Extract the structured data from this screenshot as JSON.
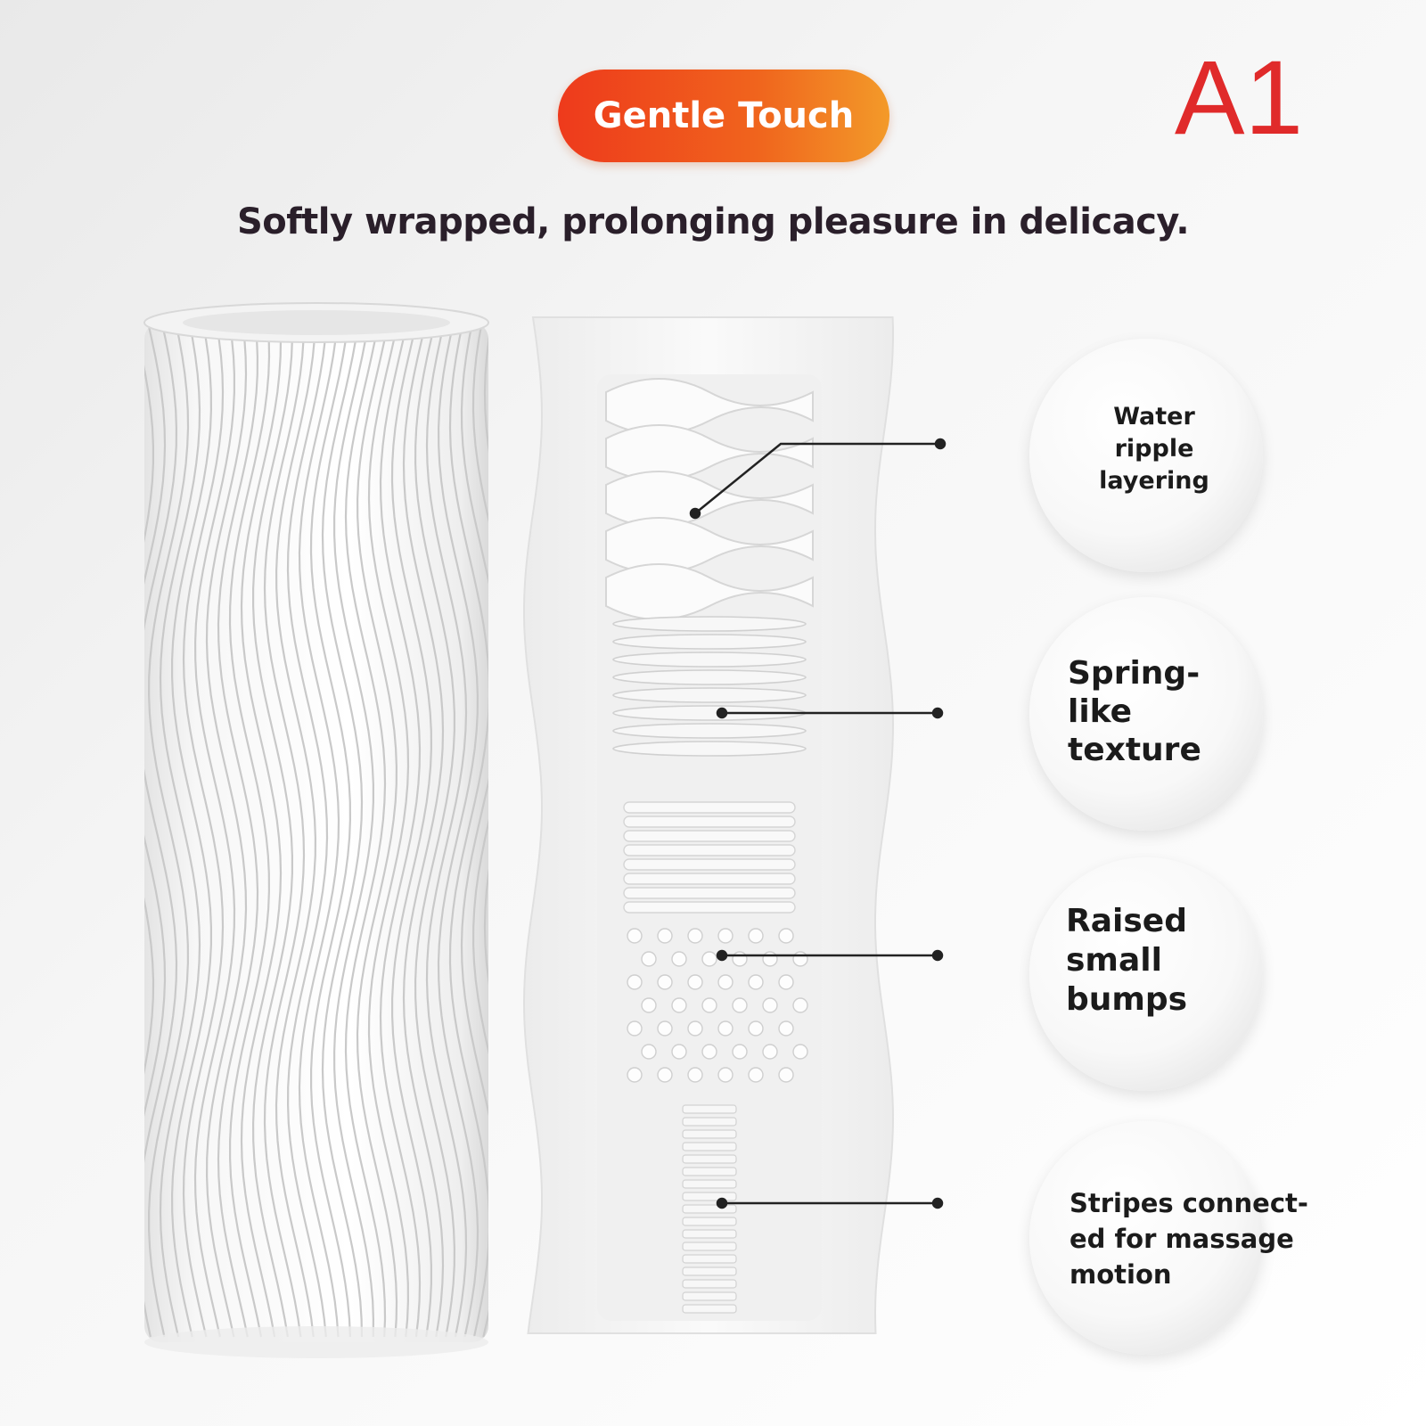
{
  "badge": {
    "label": "Gentle Touch"
  },
  "model_code": "A1",
  "tagline": "Softly wrapped, prolonging pleasure in delicacy.",
  "features": [
    {
      "label": "Water\nripple\nlayering"
    },
    {
      "label": "Spring-\nlike\ntexture"
    },
    {
      "label": "Raised\nsmall\nbumps"
    },
    {
      "label": "Stripes connect-\ned for massage\nmotion"
    }
  ],
  "colors": {
    "accent_start": "#ee3a1c",
    "accent_end": "#f39a29",
    "code": "#e02a2a"
  }
}
